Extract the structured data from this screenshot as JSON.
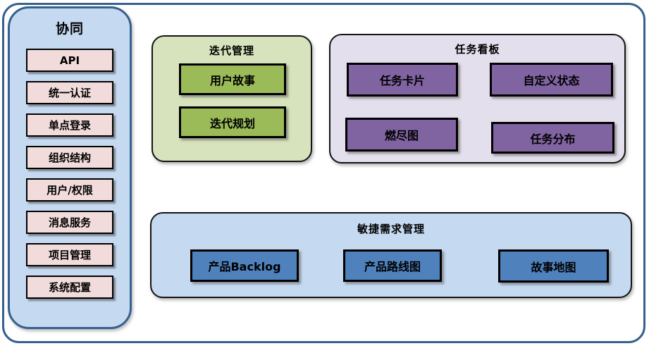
{
  "sidebar": {
    "title": "协同",
    "items": [
      "API",
      "统一认证",
      "单点登录",
      "组织结构",
      "用户/权限",
      "消息服务",
      "项目管理",
      "系统配置"
    ]
  },
  "groups": {
    "iteration": {
      "title": "迭代管理",
      "items": [
        "用户故事",
        "迭代规划"
      ]
    },
    "kanban": {
      "title": "任务看板",
      "items": [
        "任务卡片",
        "自定义状态",
        "燃尽图",
        "任务分布"
      ]
    },
    "agile": {
      "title": "敏捷需求管理",
      "items": [
        "产品Backlog",
        "产品路线图",
        "故事地图"
      ]
    }
  },
  "colors": {
    "frame_border": "#36608F",
    "sidebar_fill": "#C5D9F1",
    "sidebar_item_fill": "#F2DCDB",
    "iteration_fill": "#D7E3BD",
    "iteration_item_fill": "#9BBB59",
    "kanban_fill": "#E4DFEC",
    "kanban_item_fill": "#8064A2",
    "agile_fill": "#C5D9F1",
    "agile_item_fill": "#4F81BD",
    "item_border": "#000000",
    "text": "#000000"
  }
}
